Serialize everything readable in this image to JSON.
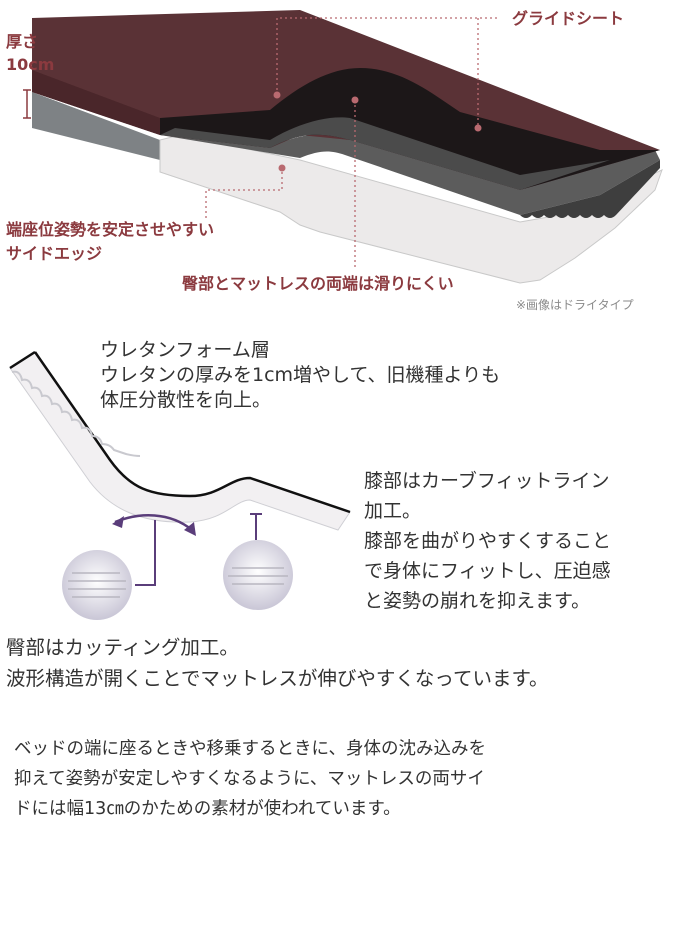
{
  "product_diagram": {
    "thickness_label": [
      "厚さ",
      "10cm"
    ],
    "callout_glide_sheet": "グライドシート",
    "callout_edge": [
      "端座位姿勢を安定させやすい",
      "サイドエッジ"
    ],
    "callout_surface": "臀部とマットレスの両端は滑りにくい",
    "image_note": "※画像はドライタイプ"
  },
  "urethane": {
    "lines": [
      "ウレタンフォーム層",
      "ウレタンの厚みを1cm増やして、旧機種よりも",
      "体圧分散性を向上。"
    ]
  },
  "knee": {
    "lines": [
      "膝部はカーブフィットライン",
      "加工。",
      "膝部を曲がりやすくすること",
      "で身体にフィットし、圧迫感",
      "と姿勢の崩れを抑えます。"
    ]
  },
  "hip": {
    "lines": [
      "臀部はカッティング加工。",
      "波形構造が開くことでマットレスが伸びやすくなっています。"
    ]
  },
  "bottom": {
    "lines": [
      "ベッドの端に座るときや移乗するときに、身体の沈み込みを",
      "抑えて姿勢が安定しやすくなるように、マットレスの両サイ",
      "ドには幅13㎝のかための素材が使われています。"
    ]
  }
}
